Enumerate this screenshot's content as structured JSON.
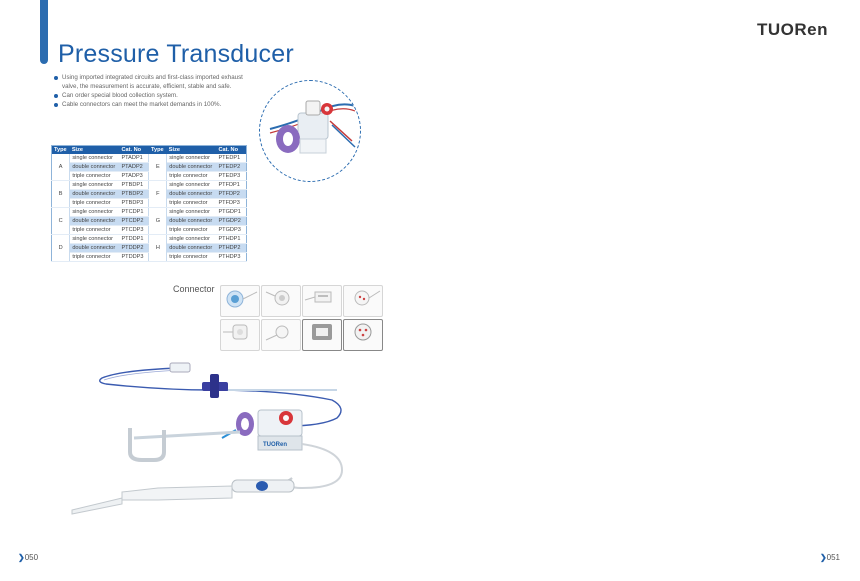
{
  "brand": {
    "logo_text": "TUORen"
  },
  "page": {
    "title": "Pressure Transducer",
    "bullets": [
      "Using imported integrated circuits and first-class imported exhaust valve, the measurement is accurate, efficient, stable and safe.",
      "Can order special blood collection system.",
      "Cable connectors can meet the market demands in 100%."
    ],
    "page_left": "050",
    "page_right": "051",
    "connector_label": "Connector"
  },
  "table": {
    "headers": [
      "Type",
      "Size",
      "Cat. No",
      "Type",
      "Size",
      "Cat. No"
    ],
    "rows": [
      {
        "t1": "A",
        "s1": "single connector",
        "c1": "PTADP1",
        "t2": "E",
        "s2": "single connector",
        "c2": "PTEDP1"
      },
      {
        "t1": "",
        "s1": "double connector",
        "c1": "PTADP2",
        "t2": "",
        "s2": "double connector",
        "c2": "PTEDP2"
      },
      {
        "t1": "",
        "s1": "triple connector",
        "c1": "PTADP3",
        "t2": "",
        "s2": "triple connector",
        "c2": "PTEDP3"
      },
      {
        "t1": "B",
        "s1": "single connector",
        "c1": "PTBDP1",
        "t2": "F",
        "s2": "single connector",
        "c2": "PTFDP1"
      },
      {
        "t1": "",
        "s1": "double connector",
        "c1": "PTBDP2",
        "t2": "",
        "s2": "double connector",
        "c2": "PTFDP2"
      },
      {
        "t1": "",
        "s1": "triple connector",
        "c1": "PTBDP3",
        "t2": "",
        "s2": "triple connector",
        "c2": "PTFDP3"
      },
      {
        "t1": "C",
        "s1": "single connector",
        "c1": "PTCDP1",
        "t2": "G",
        "s2": "single connector",
        "c2": "PTGDP1"
      },
      {
        "t1": "",
        "s1": "double connector",
        "c1": "PTCDP2",
        "t2": "",
        "s2": "double connector",
        "c2": "PTGDP2"
      },
      {
        "t1": "",
        "s1": "triple connector",
        "c1": "PTCDP3",
        "t2": "",
        "s2": "triple connector",
        "c2": "PTGDP3"
      },
      {
        "t1": "D",
        "s1": "single connector",
        "c1": "PTDDP1",
        "t2": "H",
        "s2": "single connector",
        "c2": "PTHDP1"
      },
      {
        "t1": "",
        "s1": "double connector",
        "c1": "PTDDP2",
        "t2": "",
        "s2": "double connector",
        "c2": "PTHDP2"
      },
      {
        "t1": "",
        "s1": "triple connector",
        "c1": "PTDDP3",
        "t2": "",
        "s2": "triple connector",
        "c2": "PTHDP3"
      }
    ]
  },
  "colors": {
    "accent": "#1f5fa8",
    "highlight": "#c7dbf1",
    "light_blue": "#2aa3d6"
  }
}
